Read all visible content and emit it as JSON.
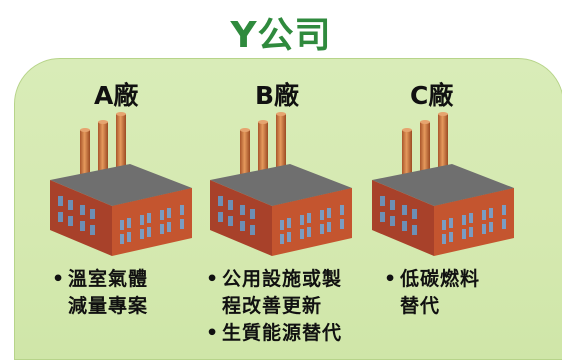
{
  "title": "Y公司",
  "plants": [
    {
      "label": "A廠",
      "items": [
        "溫室氣體減量專案"
      ],
      "lines": [
        [
          "溫室氣體",
          "減量專案"
        ]
      ]
    },
    {
      "label": "B廠",
      "items": [
        "公用設施或製程改善更新",
        "生質能源替代"
      ],
      "lines": [
        [
          "公用設施或製",
          "程改善更新"
        ],
        [
          "生質能源替代"
        ]
      ]
    },
    {
      "label": "C廠",
      "items": [
        "低碳燃料替代"
      ],
      "lines": [
        [
          "低碳燃料",
          "替代"
        ]
      ]
    }
  ],
  "colors": {
    "title": "#2f8a3d",
    "panel": "#d6eab2",
    "brick": "#b0442c",
    "roof": "#6e6e6e",
    "chimney": "#cf7a3e"
  }
}
